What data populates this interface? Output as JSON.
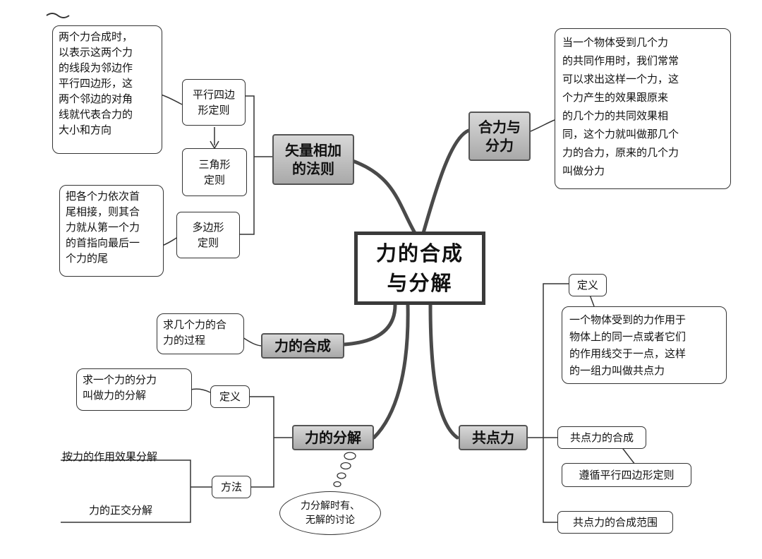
{
  "center": {
    "line1": "力的合成",
    "line2": "与分解"
  },
  "branches": {
    "vector_rules": {
      "line1": "矢量相加",
      "line2": "的法则"
    },
    "resultant": {
      "line1": "合力与",
      "line2": "分力"
    },
    "composition": "力的合成",
    "decomposition": "力的分解",
    "concurrent": "共点力"
  },
  "nodes": {
    "parallelogram": {
      "line1": "平行四边",
      "line2": "形定则"
    },
    "triangle": {
      "line1": "三角形",
      "line2": "定则"
    },
    "polygon": {
      "line1": "多边形",
      "line2": "定则"
    },
    "decomp_definition": "定义",
    "decomp_method": "方法",
    "concurrent_definition": "定义",
    "concurrent_composition": "共点力的合成",
    "follow_parallelogram": "遵循平行四边形定则",
    "composition_range": "共点力的合成范围",
    "by_effect": "按力的作用效果分解",
    "orthogonal": "力的正交分解"
  },
  "notes": {
    "parallelogram_desc": [
      "两个力合成时，",
      "以表示这两个力",
      "的线段为邻边作",
      "平行四边形，这",
      "两个邻边的对角",
      "线就代表合力的",
      "大小和方向"
    ],
    "polygon_desc": [
      "把各个力依次首",
      "尾相接，则其合",
      "力就从第一个力",
      "的首指向最后一",
      "个力的尾"
    ],
    "resultant_desc": [
      "当一个物体受到几个力",
      "的共同作用时，我们常常",
      "可以求出这样一个力，这",
      "个力产生的效果跟原来",
      "的几个力的共同效果相",
      "同，这个力就叫做那几个",
      "力的合力，原来的几个力",
      "叫做分力"
    ],
    "composition_desc": [
      "求几个力的合",
      "力的过程"
    ],
    "decomposition_desc": [
      "求一个力的分力",
      "叫做力的分解"
    ],
    "concurrent_desc": [
      "一个物体受到的力作用于",
      "物体上的同一点或者它们",
      "的作用线交于一点，这样",
      "的一组力叫做共点力"
    ],
    "decomp_discussion": [
      "力分解时有、",
      "无解的讨论"
    ]
  }
}
